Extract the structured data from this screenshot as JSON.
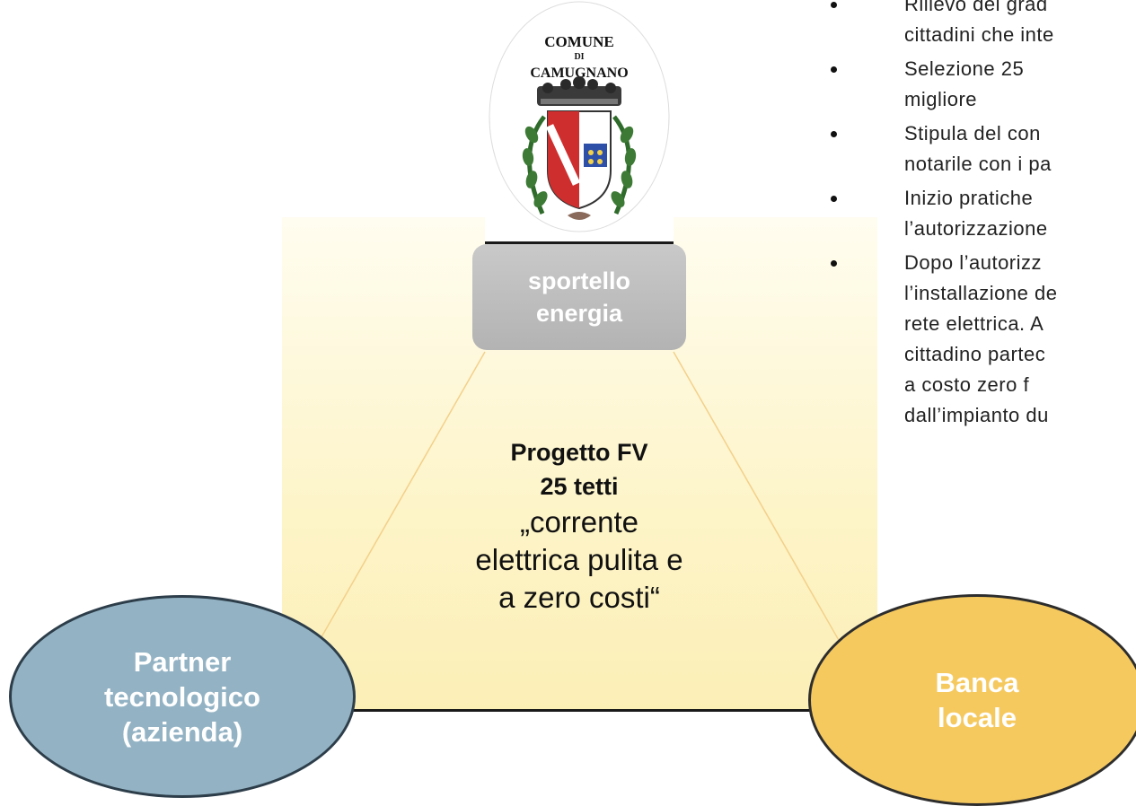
{
  "sportello": {
    "line1": "sportello",
    "line2": "energia"
  },
  "center": {
    "title1": "Progetto FV",
    "title2": "25 tetti",
    "line1": "„corrente",
    "line2": "elettrica pulita e",
    "line3": "a zero costi“"
  },
  "partner": {
    "line1": "Partner",
    "line2": "tecnologico",
    "line3": "(azienda)"
  },
  "banca": {
    "line1": "Banca",
    "line2": "locale"
  },
  "logo": {
    "top": "COMUNE",
    "middle": "DI",
    "bottom": "CAMUGNANO"
  },
  "bullets": [
    {
      "text": "Rilievo del grad"
    },
    {
      "text": "cittadini che inte"
    },
    {
      "text": "Selezione 25"
    },
    {
      "text": "migliore"
    },
    {
      "text": "Stipula del con"
    },
    {
      "text": "notarile con i pa"
    },
    {
      "text": "Inizio pratiche"
    },
    {
      "text": "l’autorizzazione"
    },
    {
      "text": "Dopo l’autorizz"
    },
    {
      "text": "l’installazione de"
    },
    {
      "text": "rete elettrica. A"
    },
    {
      "text": "cittadino partec"
    },
    {
      "text": "a costo zero f"
    },
    {
      "text": "dall’impianto du"
    }
  ],
  "colors": {
    "panel": "#fdf4c8",
    "sportello": "#bdbdbd",
    "partner": "#93b3c4",
    "banca": "#f6c95f"
  }
}
